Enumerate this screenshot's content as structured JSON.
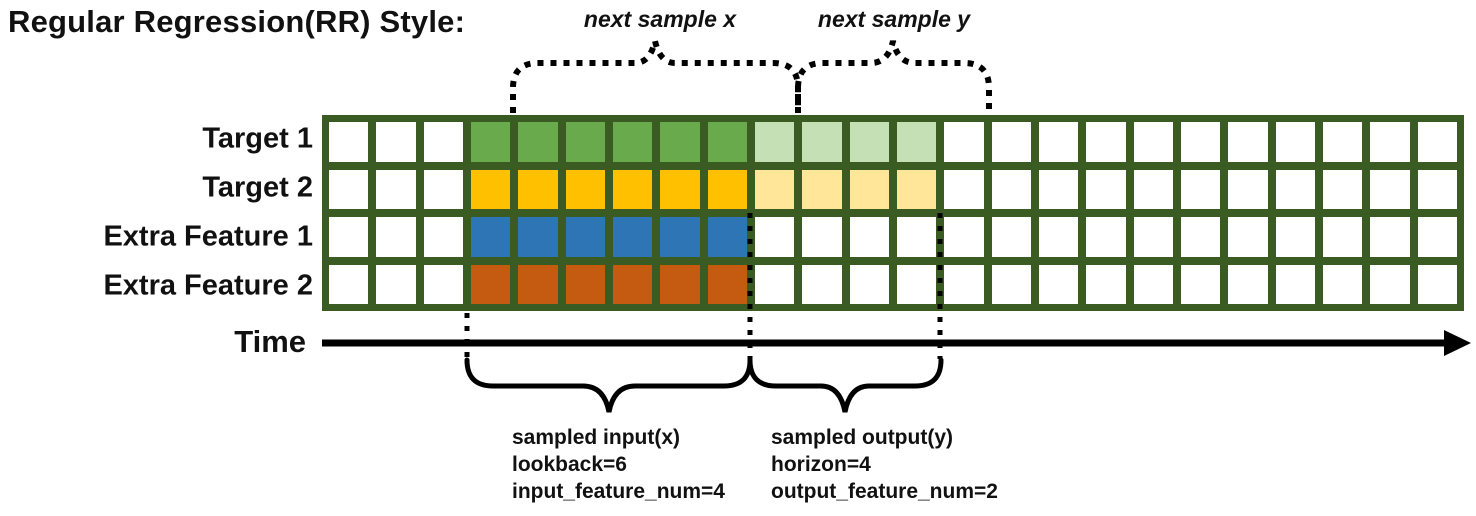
{
  "title": "Regular Regression(RR) Style:",
  "top_annotations": {
    "next_sample_x": "next sample x",
    "next_sample_y": "next sample y"
  },
  "time_axis": {
    "label": "Time"
  },
  "grid": {
    "total_columns": 24,
    "empty_leading_columns": 3,
    "lookback": 6,
    "horizon": 4,
    "border_color": "#3A5C23",
    "empty_cell_color": "#FFFFFF",
    "rows": [
      {
        "label": "Target 1",
        "input_color": "#69AA4D",
        "output_color": "#C5E0B4"
      },
      {
        "label": "Target 2",
        "input_color": "#FFC000",
        "output_color": "#FFE699"
      },
      {
        "label": "Extra Feature 1",
        "input_color": "#2E75B6",
        "output_color": null
      },
      {
        "label": "Extra Feature 2",
        "input_color": "#C55A11",
        "output_color": null
      }
    ]
  },
  "input_annotation": {
    "lines": [
      "sampled input(x)",
      "lookback=6",
      "input_feature_num=4"
    ]
  },
  "output_annotation": {
    "lines": [
      "sampled output(y)",
      "horizon=4",
      "output_feature_num=2"
    ]
  },
  "annotation_color": "#000000"
}
